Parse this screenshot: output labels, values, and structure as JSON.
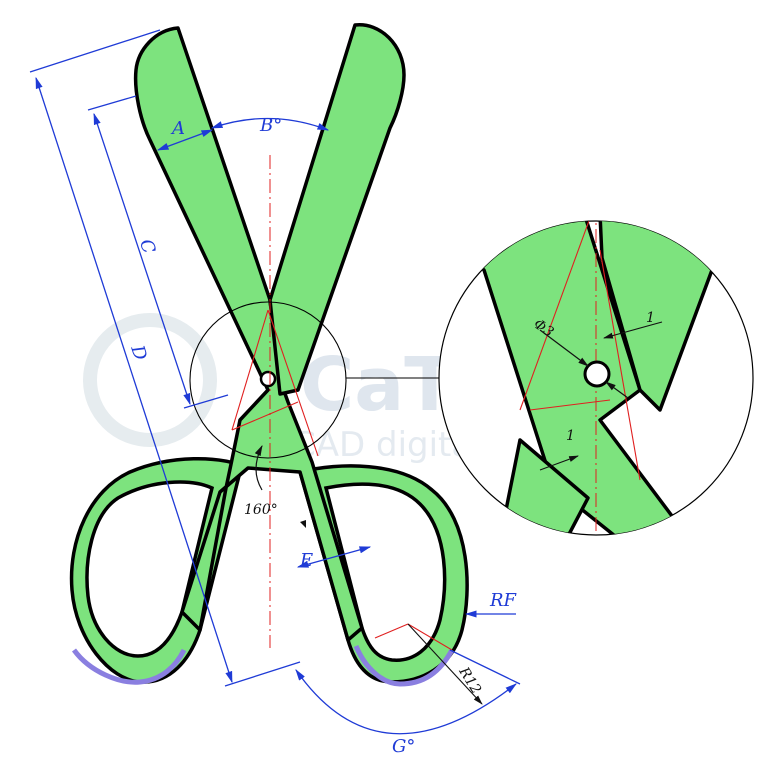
{
  "watermark": {
    "brand": "CaTICs",
    "tagline": "CAD digital competition"
  },
  "dimensions": {
    "A": "A",
    "B": "B°",
    "C": "C",
    "D": "D",
    "E": "E",
    "RF": "RF",
    "G": "G°",
    "R12": "R12",
    "angle160": "160°",
    "phi3": "Φ3",
    "gap_top": "1",
    "gap_bottom": "1"
  },
  "colors": {
    "fill": "#7de37e",
    "dimension": "#1f3bd6",
    "centerline": "#e02020",
    "highlight": "#8a7fe0"
  }
}
